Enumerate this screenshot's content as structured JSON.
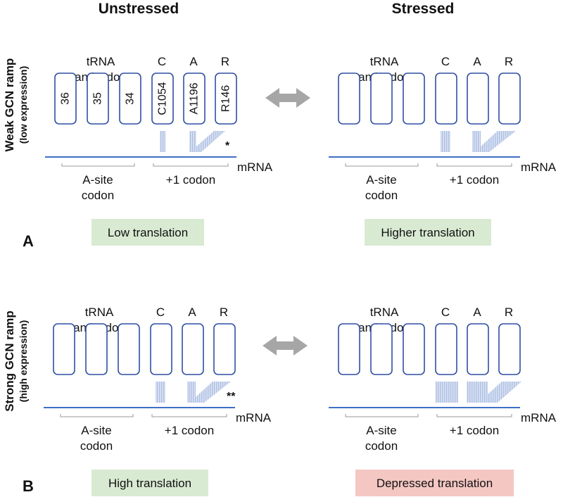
{
  "columns": {
    "unstressed": "Unstressed",
    "stressed": "Stressed"
  },
  "rows": {
    "weak": {
      "label": "Weak GCN ramp",
      "sub": "(low expression)",
      "panel": "A"
    },
    "strong": {
      "label": "Strong GCN ramp",
      "sub": "(high expression)",
      "panel": "B"
    }
  },
  "labels": {
    "trna": "tRNA",
    "anticodon": "anticodon",
    "c": "C",
    "a": "A",
    "r": "R",
    "mrna": "mRNA",
    "asite_line1": "A-site",
    "asite_line2": "codon",
    "plus1_codon": "+1 codon"
  },
  "box_labels": [
    "36",
    "35",
    "34",
    "C1054",
    "A1196",
    "R146"
  ],
  "annotations": {
    "weak_stars": "*",
    "strong_stars": "**"
  },
  "outcomes": {
    "weak_unstressed": {
      "text": "Low translation",
      "color": "#d9ead3"
    },
    "weak_stressed": {
      "text": "Higher translation",
      "color": "#d9ead3"
    },
    "strong_unstressed": {
      "text": "High translation",
      "color": "#d9ead3"
    },
    "strong_stressed": {
      "text": "Depressed translation",
      "color": "#f4c7c3"
    }
  },
  "colors": {
    "box_stroke": "#2e4fa3",
    "mrna_line": "#3d6fc7",
    "interaction_fill": "#c9d6ee",
    "arrow_fill": "#a6a6a6",
    "bracket": "#999999"
  }
}
